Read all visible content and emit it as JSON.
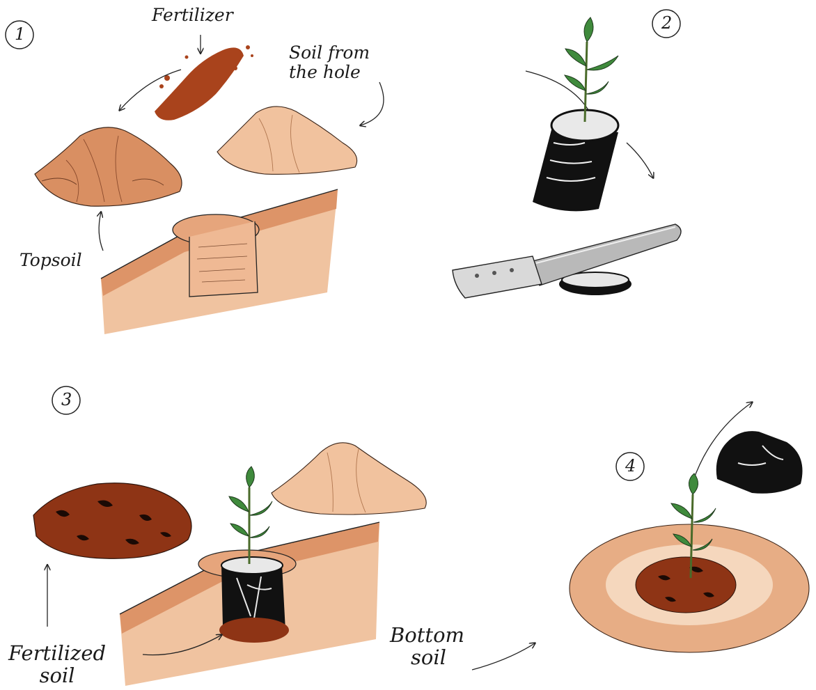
{
  "diagram": {
    "steps": [
      {
        "number": "1"
      },
      {
        "number": "2"
      },
      {
        "number": "3"
      },
      {
        "number": "4"
      }
    ],
    "labels": {
      "fertilizer": "Fertilizer",
      "soil_from_hole_line1": "Soil from",
      "soil_from_hole_line2": "the hole",
      "topsoil": "Topsoil",
      "fertilized_soil_line1": "Fertilized",
      "fertilized_soil_line2": "soil",
      "bottom_soil_line1": "Bottom",
      "bottom_soil_line2": "soil"
    },
    "colors": {
      "soil_light": "#f0c6a2",
      "soil_mid": "#dd9a6e",
      "soil_dark": "#c8663a",
      "fertilizer": "#a9431c",
      "fertilized_soil": "#8e3415",
      "pot_black": "#111111",
      "leaf_green": "#3f8a3c",
      "blade_grey": "#b9b9b9"
    }
  }
}
